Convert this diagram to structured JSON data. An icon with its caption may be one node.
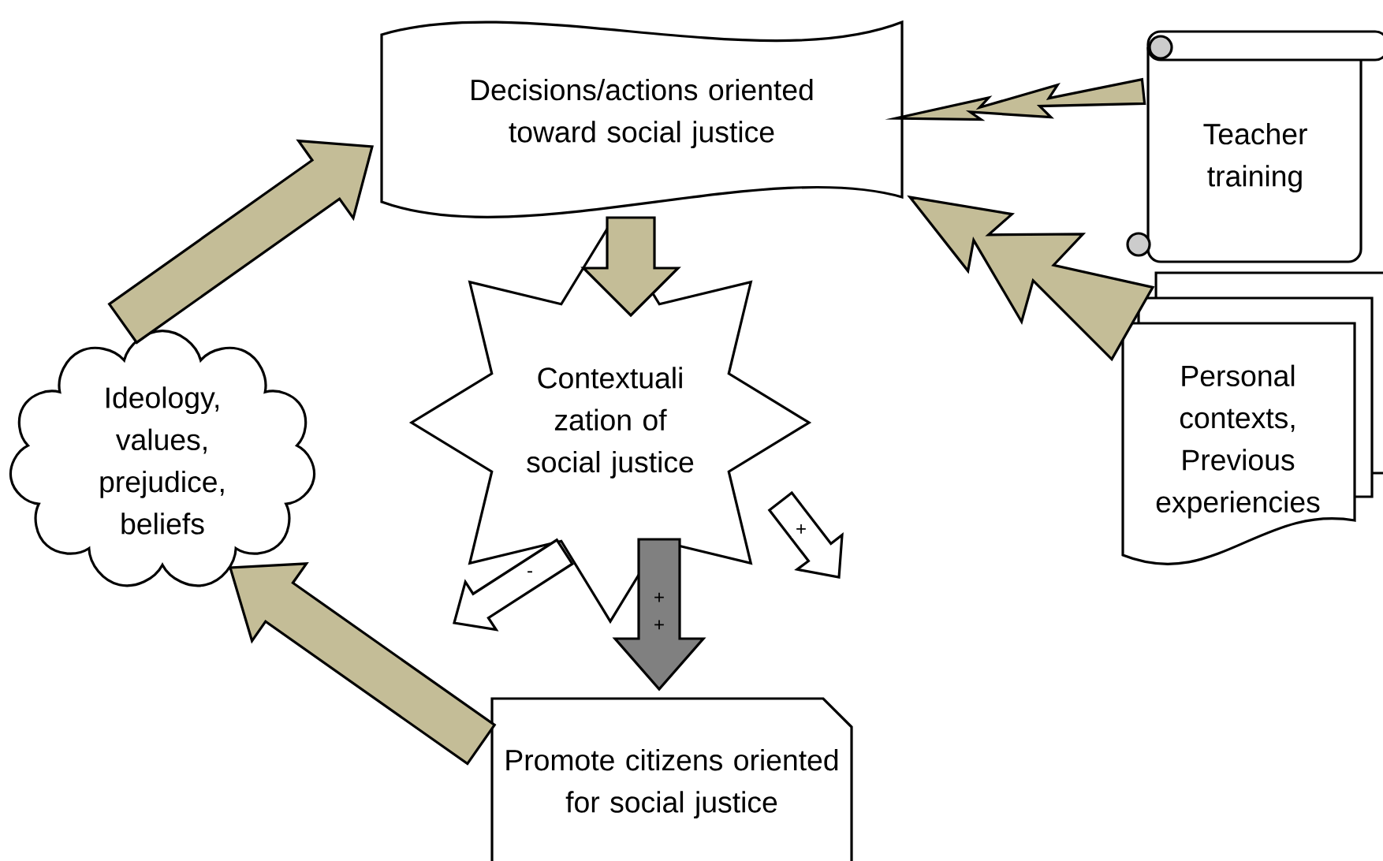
{
  "diagram": {
    "nodes": [
      {
        "text": [
          "Decisions/actions oriented toward social justice"
        ]
      },
      {
        "text": [
          "Teacher training"
        ]
      },
      {
        "text": [
          "Personal contexts, Previous experiencies"
        ]
      },
      {
        "text": [
          "Contextuali zation of social justice"
        ]
      },
      {
        "text": [
          "Ideology, values, prejudice, beliefs"
        ]
      },
      {
        "text": [
          "Promote citizens oriented for social justice"
        ]
      }
    ],
    "edges": [
      {
        "from": 4,
        "to": 0,
        "arrow": "to"
      },
      {
        "from": 0,
        "to": 3,
        "arrow": "to"
      },
      {
        "from": 1,
        "to": 0,
        "arrow": "to"
      },
      {
        "from": 2,
        "to": 0,
        "arrow": "to"
      },
      {
        "from": 3,
        "to": 5,
        "arrow": "to",
        "label": "+ +",
        "color": "#808080"
      },
      {
        "from": 3,
        "to": null,
        "arrow": "to",
        "label": "-",
        "color": "#ffffff"
      },
      {
        "from": 3,
        "to": null,
        "arrow": "to",
        "label": "+",
        "color": "#ffffff"
      },
      {
        "from": 5,
        "to": 4,
        "arrow": "to"
      }
    ]
  }
}
